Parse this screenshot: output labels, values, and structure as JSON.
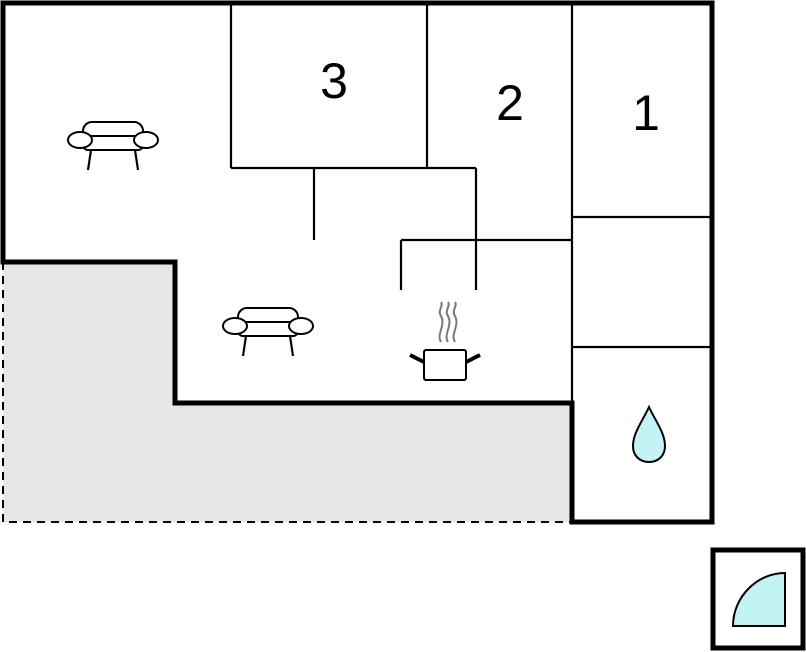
{
  "floorplan": {
    "rooms": [
      {
        "id": "room-3",
        "label": "3"
      },
      {
        "id": "room-2",
        "label": "2"
      },
      {
        "id": "room-1",
        "label": "1"
      }
    ],
    "icons": {
      "sofa_top": "sofa-icon",
      "sofa_middle": "sofa-icon",
      "kitchen": "cooking-pot-icon",
      "bathroom": "water-drop-icon",
      "shower": "shower-icon"
    },
    "colors": {
      "terrace_fill": "#e6e6e6",
      "water": "#c4f3f5",
      "wall": "#000000",
      "steam": "#7a7a7a"
    }
  }
}
